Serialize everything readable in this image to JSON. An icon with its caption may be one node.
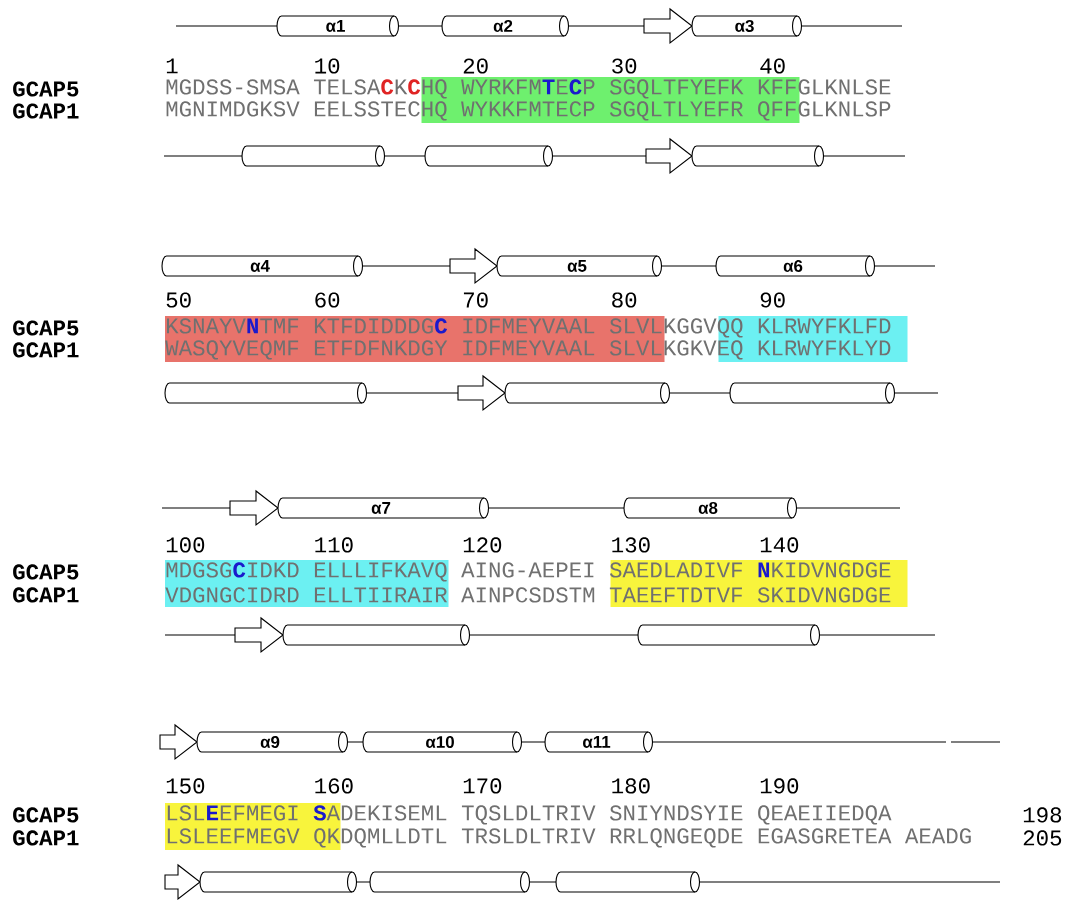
{
  "diagram": {
    "nodes": [
      {
        "text": [
          "α1"
        ]
      },
      {
        "text": [
          "α2"
        ]
      },
      {
        "text": [],
        "shape": "arrow"
      },
      {
        "text": [
          "α3"
        ]
      },
      {
        "text": [],
        "shape": "cylinder"
      },
      {
        "text": [],
        "shape": "cylinder"
      },
      {
        "text": [],
        "shape": "arrow"
      },
      {
        "text": [],
        "shape": "cylinder"
      },
      {
        "text": [
          "α4"
        ]
      },
      {
        "text": [],
        "shape": "arrow"
      },
      {
        "text": [
          "α5"
        ]
      },
      {
        "text": [
          "α6"
        ]
      },
      {
        "text": [],
        "shape": "cylinder"
      },
      {
        "text": [],
        "shape": "arrow"
      },
      {
        "text": [],
        "shape": "cylinder"
      },
      {
        "text": [],
        "shape": "cylinder"
      },
      {
        "text": [],
        "shape": "arrow"
      },
      {
        "text": [
          "α7"
        ]
      },
      {
        "text": [
          "α8"
        ]
      },
      {
        "text": [],
        "shape": "arrow"
      },
      {
        "text": [],
        "shape": "cylinder"
      },
      {
        "text": [],
        "shape": "cylinder"
      },
      {
        "text": [],
        "shape": "arrow"
      },
      {
        "text": [
          "α9"
        ]
      },
      {
        "text": [
          "α10"
        ]
      },
      {
        "text": [
          "α11"
        ]
      },
      {
        "text": [],
        "shape": "arrow"
      },
      {
        "text": [],
        "shape": "cylinder"
      },
      {
        "text": [],
        "shape": "cylinder"
      },
      {
        "text": [],
        "shape": "cylinder"
      }
    ],
    "labels": [
      "1",
      "10",
      "20",
      "30",
      "40",
      "GCAP5",
      "MGDSS-SMSA TELSA**C**K**C**HQ WYRKFM**T**E**C**P SGQLTFYEFK KFFGLKNLSE",
      "GCAP1",
      "MGNIMDGKSV EELSSTECHQ WYKKFMTECP SGQLTLYEFR QFFGLKNLSP",
      "50",
      "60",
      "70",
      "80",
      "90",
      "GCAP5",
      "KSNAYV**N**TMF KTFDIDDDG**C** IDFMEYVAAL SLVLKGGVQQ KLRWYFKLFD",
      "GCAP1",
      "WASQYVEQMF ETFDFNKDGY IDFMEYVAAL SLVLKGKVEQ KLRWYFKLYD",
      "100",
      "110",
      "120",
      "130",
      "140",
      "GCAP5",
      "MDGSG**C**IDKD ELLLIFKAVQ AING-AEPEI SAEDLADIVF **N**KIDVNGDGE",
      "GCAP1",
      "VDGNGCIDRD ELLTIIRAIR AINPCSDSTM TAEEFTDTVF SKIDVNGDGE",
      "150",
      "160",
      "170",
      "180",
      "190",
      "GCAP5",
      "LSL**E**EFMEGI **S**ADEKISEML TQSLDLTRIV SNIYNDSYIE QEAEIIEDQA",
      "198",
      "GCAP1",
      "LSLEEFMEGV QKDQMLLDTL TRSLDLTRIV RRLQNGEQDE EGASGRETEA AEADG",
      "205"
    ]
  }
}
